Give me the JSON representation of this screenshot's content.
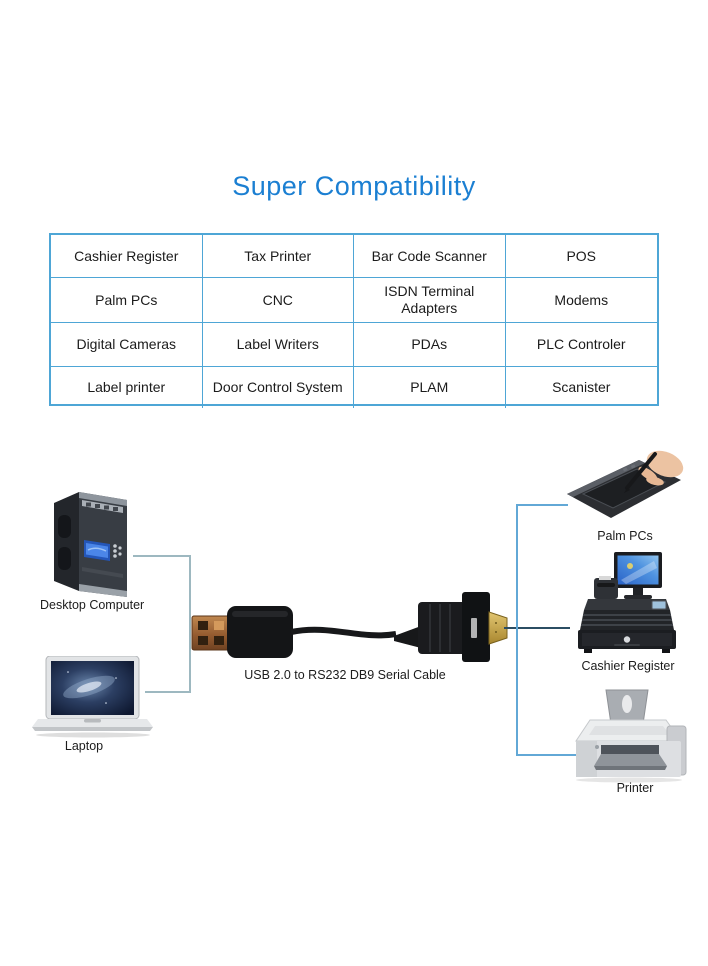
{
  "title": {
    "text": "Super Compatibility",
    "color": "#1b7fd2"
  },
  "compatibility_table": {
    "border_color": "#4ea6d6",
    "rows": [
      [
        "Cashier Register",
        "Tax Printer",
        "Bar Code Scanner",
        "POS"
      ],
      [
        "Palm PCs",
        "CNC",
        "ISDN Terminal Adapters",
        "Modems"
      ],
      [
        "Digital Cameras",
        "Label Writers",
        "PDAs",
        "PLC Controler"
      ],
      [
        "Label printer",
        "Door Control System",
        "PLAM",
        "Scanister"
      ]
    ]
  },
  "diagram": {
    "cable_label": "USB 2.0 to RS232 DB9 Serial Cable",
    "devices": {
      "desktop": "Desktop Computer",
      "laptop": "Laptop",
      "palm": "Palm PCs",
      "register": "Cashier Register",
      "printer": "Printer"
    },
    "line_colors": {
      "left": "#9db8c0",
      "right": "#62a8d6",
      "middle": "#2b4d63"
    }
  }
}
